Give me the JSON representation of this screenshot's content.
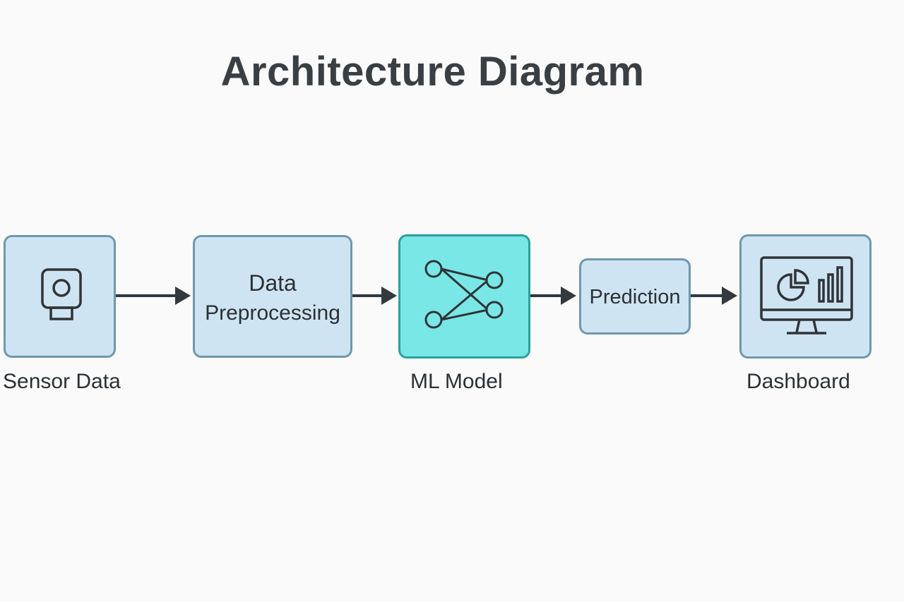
{
  "diagram": {
    "title": "Architecture Diagram",
    "nodes": [
      {
        "id": "sensor",
        "caption": "Sensor Data",
        "icon": "camera-icon"
      },
      {
        "id": "preprocess",
        "label_line1": "Data",
        "label_line2": "Preprocessing"
      },
      {
        "id": "model",
        "caption": "ML Model",
        "icon": "neural-network-icon"
      },
      {
        "id": "prediction",
        "label": "Prediction"
      },
      {
        "id": "dashboard",
        "caption": "Dashboard",
        "icon": "monitor-dashboard-icon"
      }
    ],
    "edges": [
      {
        "from": "sensor",
        "to": "preprocess"
      },
      {
        "from": "preprocess",
        "to": "model"
      },
      {
        "from": "model",
        "to": "prediction"
      },
      {
        "from": "prediction",
        "to": "dashboard"
      }
    ],
    "colors": {
      "node_fill": "#cfe4f2",
      "node_border": "#6f98ad",
      "model_fill": "#79e7e6",
      "model_border": "#2aa19f",
      "arrow": "#33393e"
    }
  }
}
